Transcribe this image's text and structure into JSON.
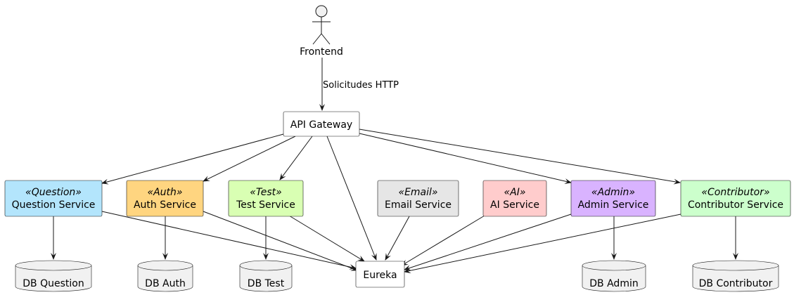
{
  "actor": {
    "label": "Frontend",
    "icon": "actor-stick-figure-icon"
  },
  "gateway": {
    "label": "API Gateway"
  },
  "request_label": "Solicitudes HTTP",
  "services": [
    {
      "id": "question",
      "stereotype": "«Question»",
      "label": "Question Service",
      "color": "#b3e5fc"
    },
    {
      "id": "auth",
      "stereotype": "«Auth»",
      "label": "Auth Service",
      "color": "#ffd580"
    },
    {
      "id": "test",
      "stereotype": "«Test»",
      "label": "Test Service",
      "color": "#d9ffb3"
    },
    {
      "id": "email",
      "stereotype": "«Email»",
      "label": "Email Service",
      "color": "#e6e6e6"
    },
    {
      "id": "ai",
      "stereotype": "«AI»",
      "label": "AI Service",
      "color": "#ffcccc"
    },
    {
      "id": "admin",
      "stereotype": "«Admin»",
      "label": "Admin Service",
      "color": "#d9b3ff"
    },
    {
      "id": "contributor",
      "stereotype": "«Contributor»",
      "label": "Contributor Service",
      "color": "#ccffcc"
    }
  ],
  "registry": {
    "label": "Eureka"
  },
  "databases": [
    {
      "id": "question",
      "label": "DB Question"
    },
    {
      "id": "auth",
      "label": "DB Auth"
    },
    {
      "id": "test",
      "label": "DB Test"
    },
    {
      "id": "admin",
      "label": "DB Admin"
    },
    {
      "id": "contributor",
      "label": "DB Contributor"
    }
  ]
}
